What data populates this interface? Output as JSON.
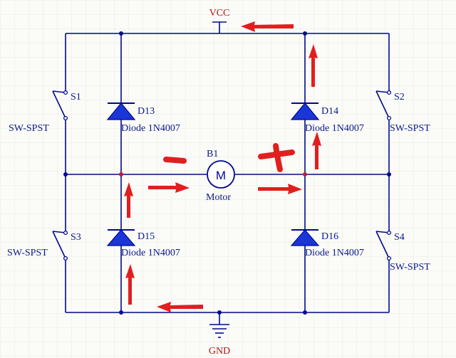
{
  "power": {
    "vcc": "VCC",
    "gnd": "GND"
  },
  "motor": {
    "ref": "B1",
    "value": "Motor",
    "symbol": "M"
  },
  "switches": [
    {
      "ref": "S1",
      "type": "SW-SPST"
    },
    {
      "ref": "S2",
      "type": "SW-SPST"
    },
    {
      "ref": "S3",
      "type": "SW-SPST"
    },
    {
      "ref": "S4",
      "type": "SW-SPST"
    }
  ],
  "diodes": [
    {
      "ref": "D13",
      "value": "Diode 1N4007"
    },
    {
      "ref": "D14",
      "value": "Diode 1N4007"
    },
    {
      "ref": "D15",
      "value": "Diode 1N4007"
    },
    {
      "ref": "D16",
      "value": "Diode 1N4007"
    }
  ],
  "annotations": {
    "polarity_left": "−",
    "polarity_right": "+"
  },
  "colors": {
    "wire": "#000a8c",
    "diode_fill": "#1a35d8",
    "annotation": "#e21e1e",
    "label": "#0b1a8a",
    "power_label": "#b31414",
    "grid": "#e8e8e4"
  }
}
